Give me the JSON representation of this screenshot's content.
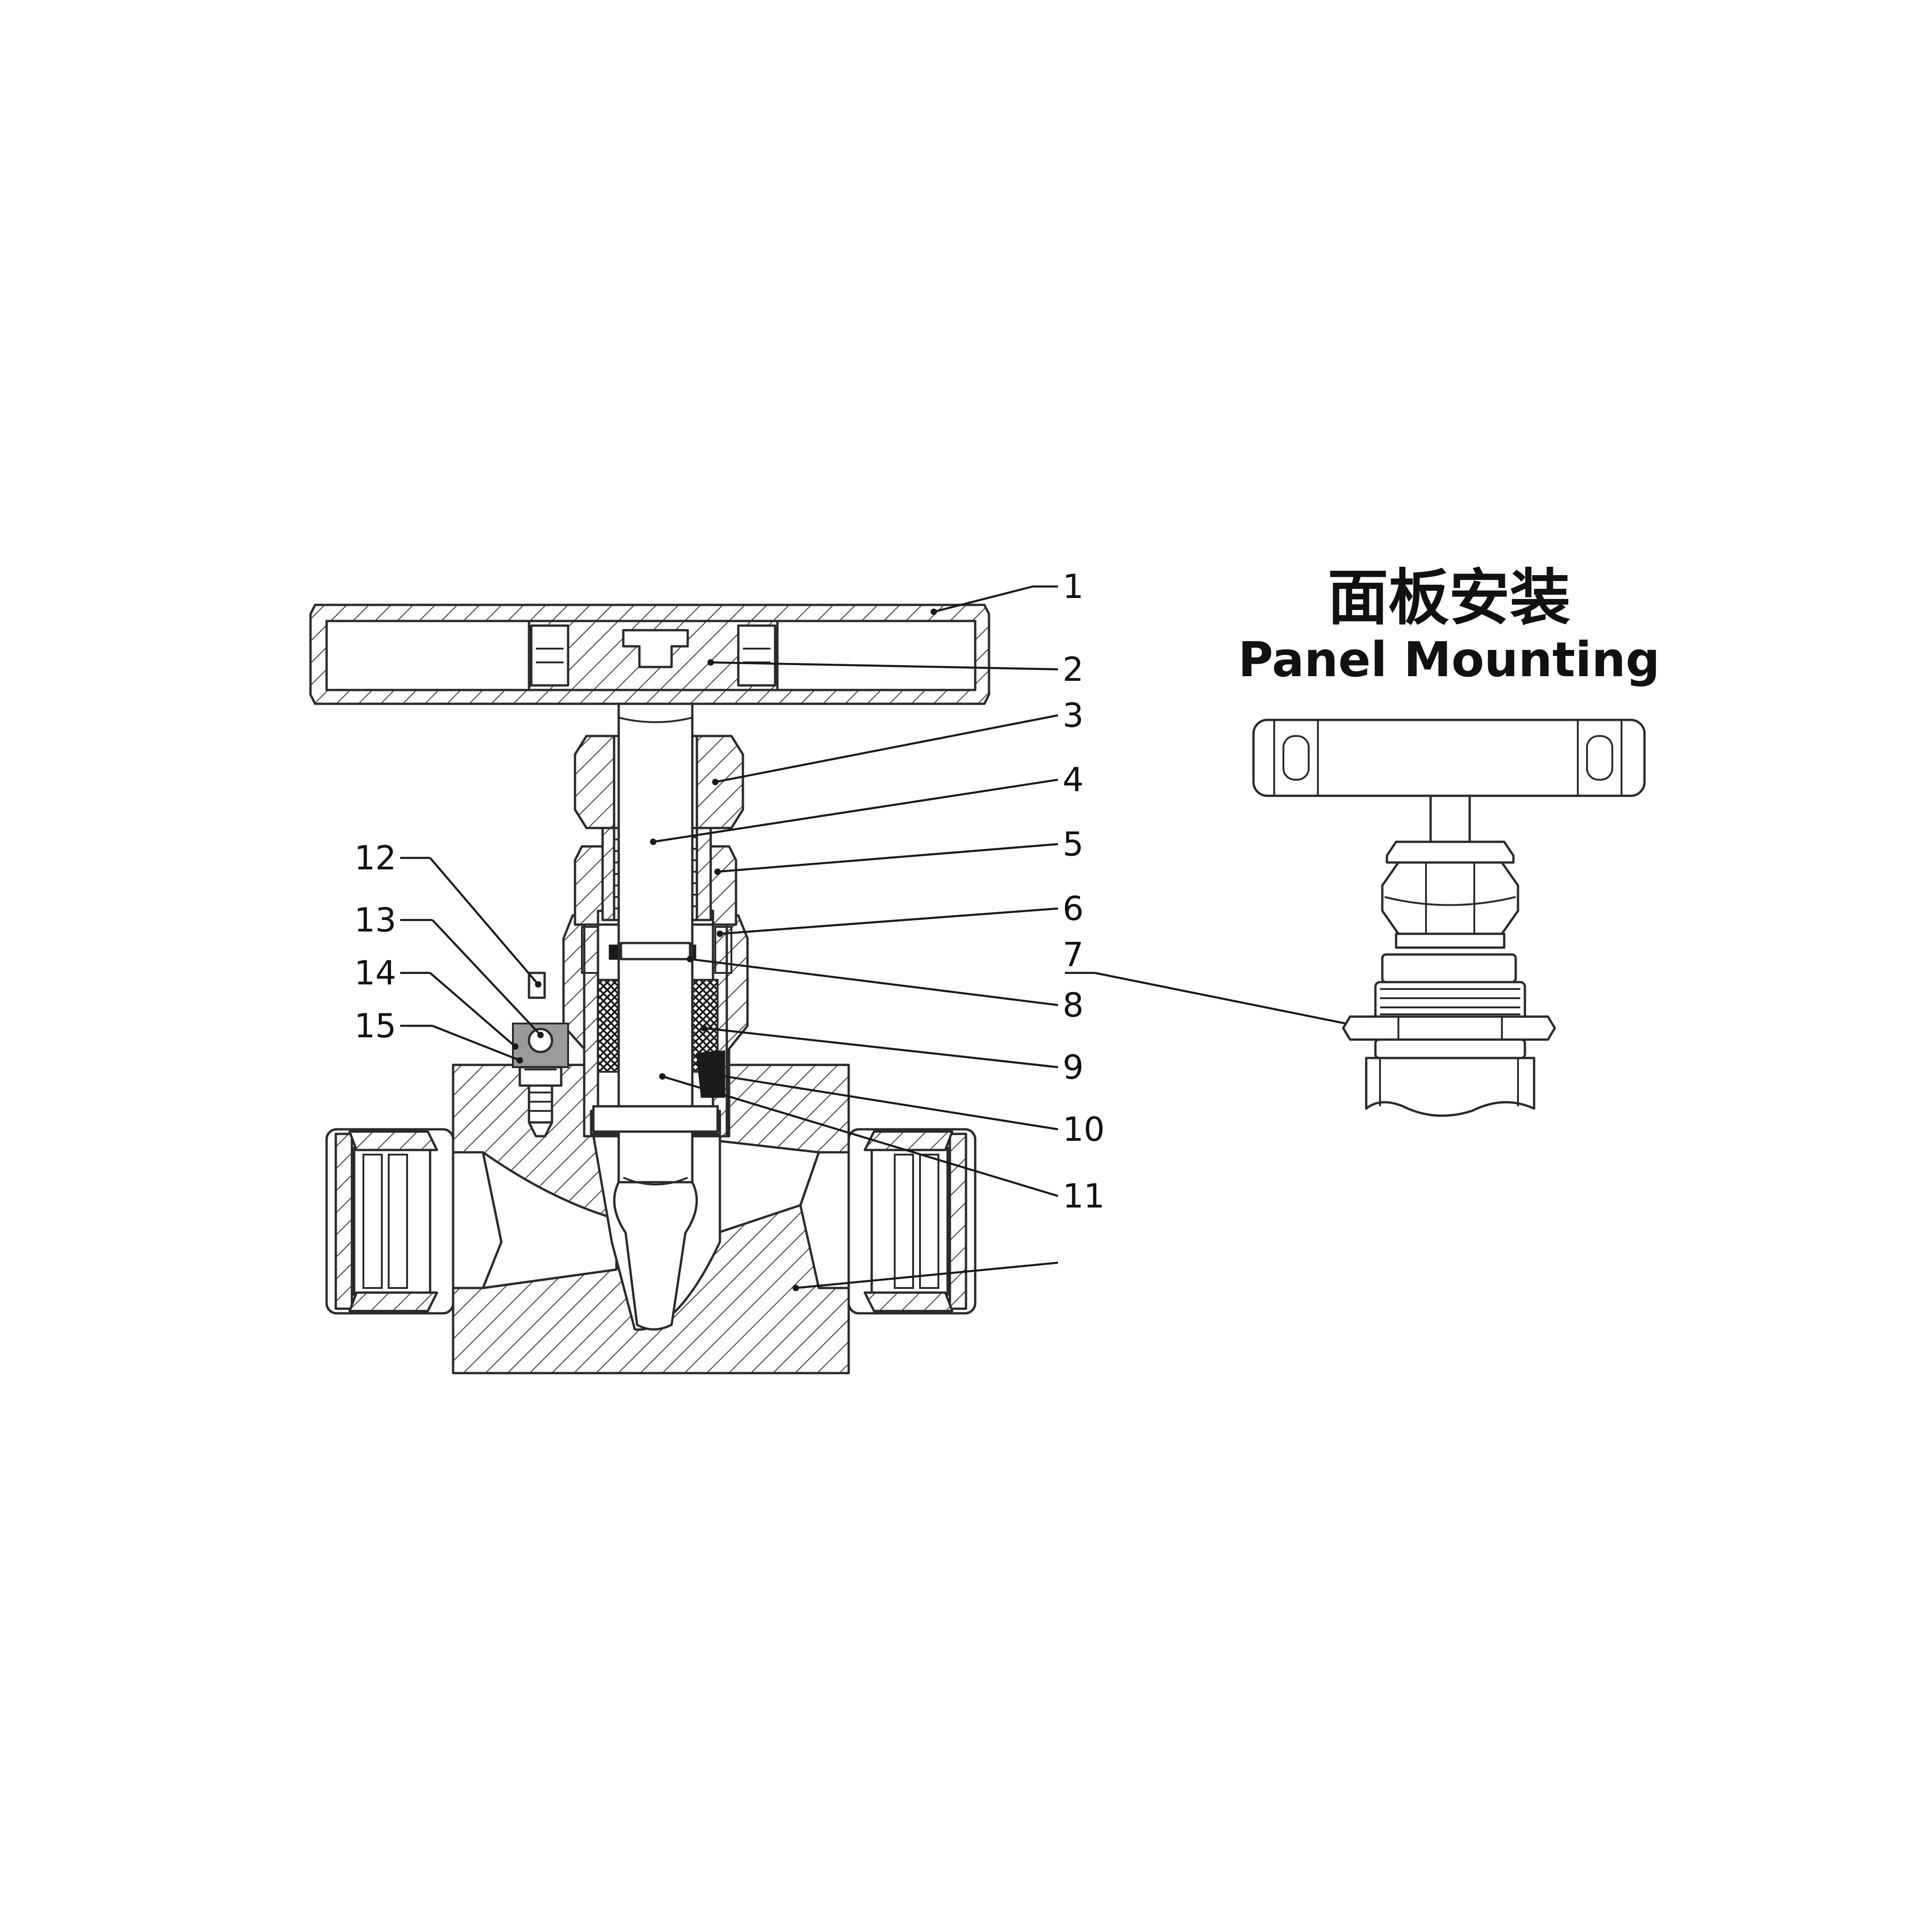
{
  "panel_mounting": {
    "title_cn": "面板安装",
    "title_en": "Panel Mounting"
  },
  "callouts": [
    {
      "id": "1",
      "label": "1"
    },
    {
      "id": "2",
      "label": "2"
    },
    {
      "id": "3",
      "label": "3"
    },
    {
      "id": "4",
      "label": "4"
    },
    {
      "id": "5",
      "label": "5"
    },
    {
      "id": "6",
      "label": "6"
    },
    {
      "id": "7",
      "label": "7"
    },
    {
      "id": "8",
      "label": "8"
    },
    {
      "id": "9",
      "label": "9"
    },
    {
      "id": "10",
      "label": "10"
    },
    {
      "id": "11",
      "label": "11"
    },
    {
      "id": "12",
      "label": "12"
    },
    {
      "id": "13",
      "label": "13"
    },
    {
      "id": "14",
      "label": "14"
    },
    {
      "id": "15",
      "label": "15"
    }
  ]
}
